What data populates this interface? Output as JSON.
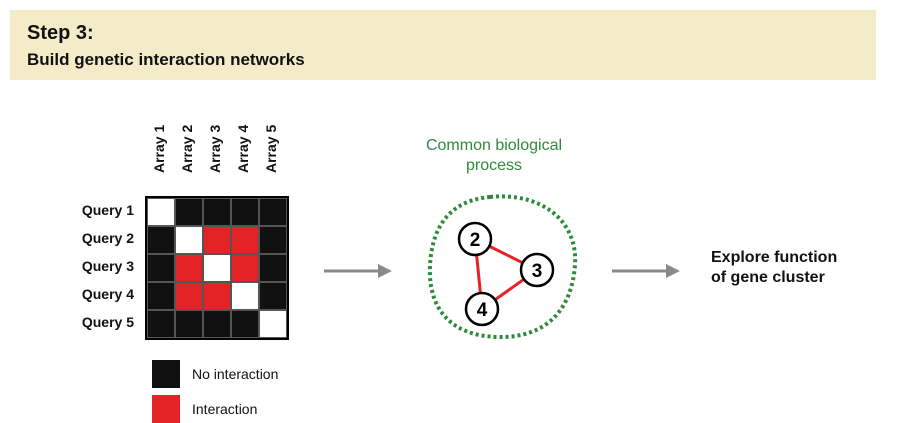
{
  "header": {
    "title": "Step 3:",
    "subtitle": "Build genetic interaction networks"
  },
  "matrix": {
    "arrays": [
      "Array 1",
      "Array 2",
      "Array 3",
      "Array 4",
      "Array 5"
    ],
    "queries": [
      "Query 1",
      "Query 2",
      "Query 3",
      "Query 4",
      "Query 5"
    ],
    "cells": [
      [
        "self",
        "none",
        "none",
        "none",
        "none"
      ],
      [
        "none",
        "self",
        "interaction",
        "interaction",
        "none"
      ],
      [
        "none",
        "interaction",
        "self",
        "interaction",
        "none"
      ],
      [
        "none",
        "interaction",
        "interaction",
        "self",
        "none"
      ],
      [
        "none",
        "none",
        "none",
        "none",
        "self"
      ]
    ]
  },
  "legend": {
    "no_interaction": "No interaction",
    "interaction": "Interaction"
  },
  "cluster": {
    "title_line1": "Common biological",
    "title_line2": "process",
    "nodes": [
      "2",
      "3",
      "4"
    ],
    "edges": [
      [
        "2",
        "3"
      ],
      [
        "2",
        "4"
      ],
      [
        "3",
        "4"
      ]
    ]
  },
  "outcome": {
    "line1": "Explore function",
    "line2": "of gene cluster"
  },
  "colors": {
    "header_bg": "#f4ebc9",
    "no_interaction": "#111111",
    "interaction": "#e32326",
    "self": "#ffffff",
    "cluster_border": "#2e8b3a",
    "arrow": "#8a8a8a"
  }
}
